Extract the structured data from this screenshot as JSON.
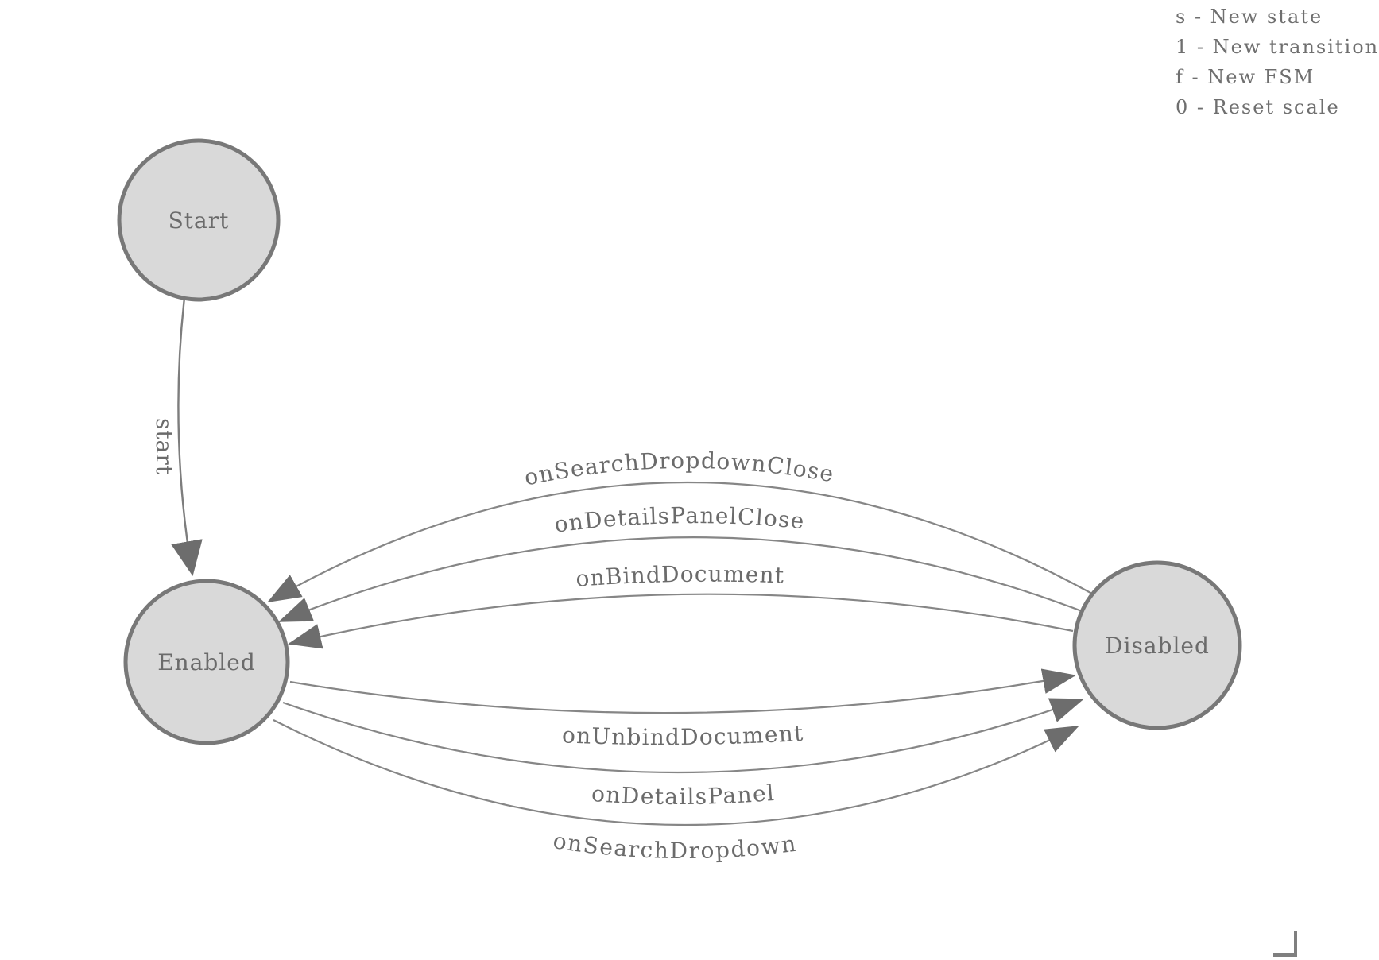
{
  "legend": {
    "lines": [
      "s - New state",
      "1 - New transition",
      "f - New FSM",
      "0 - Reset scale"
    ]
  },
  "diagram": {
    "states": [
      {
        "id": "start",
        "label": "Start"
      },
      {
        "id": "enabled",
        "label": "Enabled"
      },
      {
        "id": "disabled",
        "label": "Disabled"
      }
    ],
    "transitions": [
      {
        "label": "start",
        "from": "Start",
        "to": "Enabled"
      },
      {
        "label": "onSearchDropdownClose",
        "from": "Disabled",
        "to": "Enabled"
      },
      {
        "label": "onDetailsPanelClose",
        "from": "Disabled",
        "to": "Enabled"
      },
      {
        "label": "onBindDocument",
        "from": "Disabled",
        "to": "Enabled"
      },
      {
        "label": "onUnbindDocument",
        "from": "Enabled",
        "to": "Disabled"
      },
      {
        "label": "onDetailsPanel",
        "from": "Enabled",
        "to": "Disabled"
      },
      {
        "label": "onSearchDropdown",
        "from": "Enabled",
        "to": "Disabled"
      }
    ],
    "colors": {
      "node_fill": "#d9d9d9",
      "node_stroke": "#787878",
      "edge": "#868686",
      "arrowhead": "#6d6d6d",
      "label_text": "#6b6b6b",
      "legend_text": "#6f6f6f"
    }
  }
}
